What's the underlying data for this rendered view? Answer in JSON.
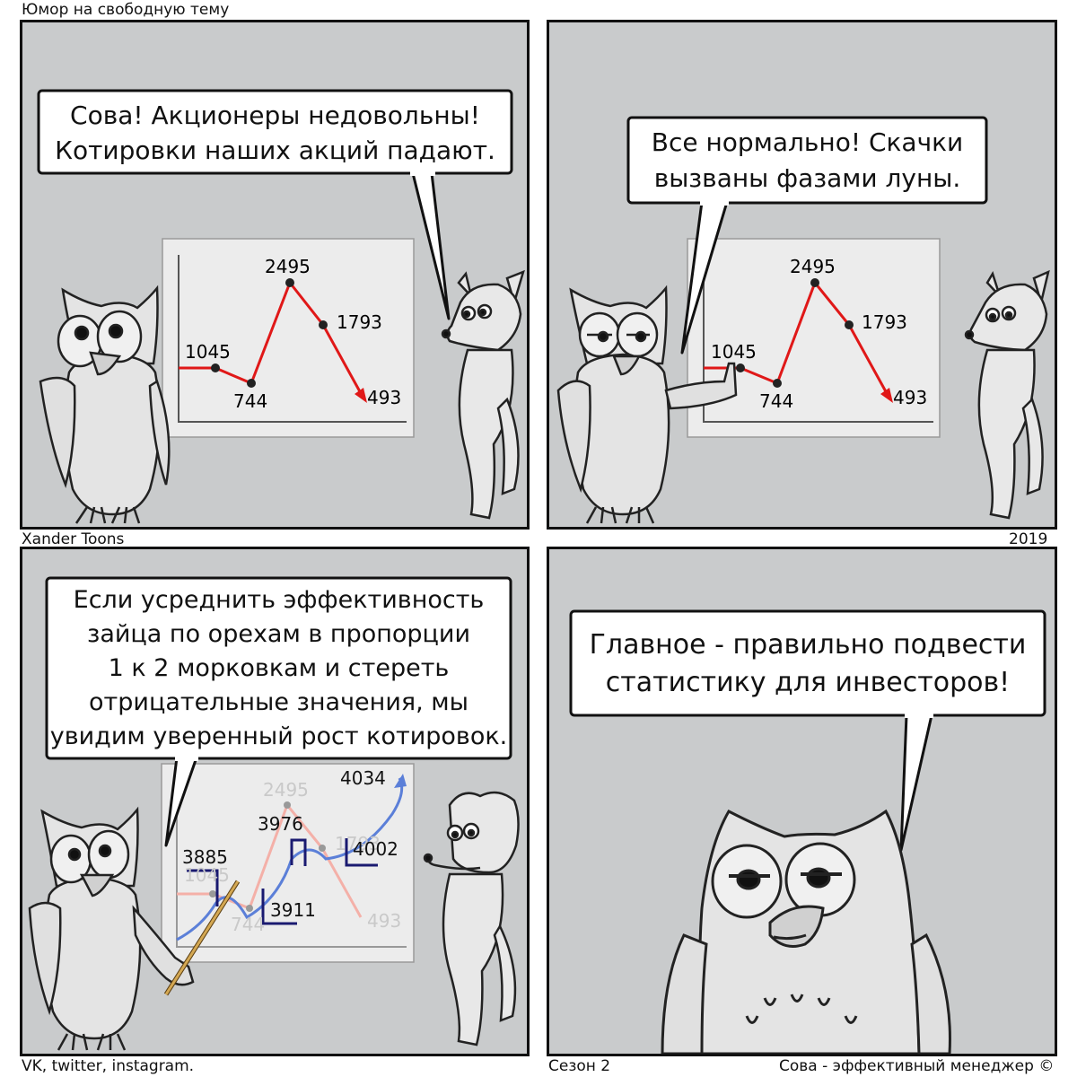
{
  "header": {
    "title": "Юмор на свободную тему"
  },
  "credits": {
    "author": "Xander Toons",
    "year": "2019",
    "social": "VK, twitter, instagram.",
    "season": "Сезон 2",
    "series": "Сова - эффективный менеджер ©"
  },
  "panels": [
    {
      "speech": [
        "Сова! Акционеры недовольны!",
        "Котировки наших акций падают."
      ],
      "chart": {
        "labels": [
          "1045",
          "744",
          "2495",
          "1793",
          "493"
        ]
      }
    },
    {
      "speech": [
        "Все нормально! Скачки",
        "вызваны фазами луны."
      ],
      "chart": {
        "labels": [
          "1045",
          "744",
          "2495",
          "1793",
          "493"
        ]
      }
    },
    {
      "speech": [
        "Если усреднить эффективность",
        "зайца по орехам в пропорции",
        "1 к 2 морковкам и стереть",
        "отрицательные значения, мы",
        "увидим уверенный рост котировок."
      ],
      "chart": {
        "faded_labels": [
          "1045",
          "744",
          "2495",
          "1793",
          "493"
        ],
        "new_labels": [
          "3885",
          "3911",
          "3976",
          "4002",
          "4034"
        ]
      }
    },
    {
      "speech": [
        "Главное - правильно подвести",
        "статистику для инвесторов!"
      ]
    }
  ]
}
